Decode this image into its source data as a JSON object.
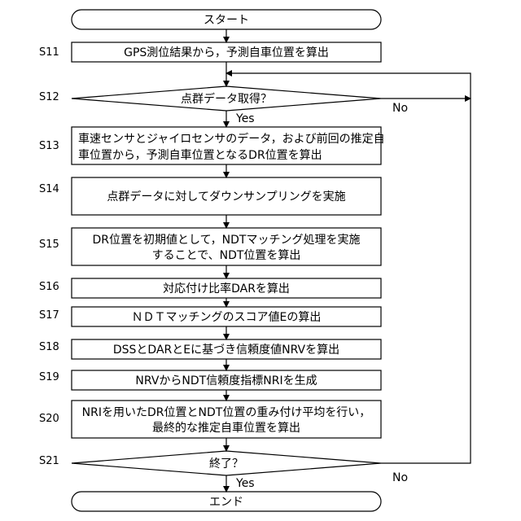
{
  "start": "スタート",
  "end": "エンド",
  "steps": [
    {
      "id": "S11",
      "lines": [
        "GPS測位結果から，予測自車位置を算出"
      ]
    },
    {
      "id": "S12",
      "lines": [
        "点群データ取得？"
      ],
      "yes": "Yes",
      "no": "No"
    },
    {
      "id": "S13",
      "lines": [
        "車速センサとジャイロセンサのデータ，および前回の推定自",
        "車位置から，予測自車位置となるDR位置を算出"
      ]
    },
    {
      "id": "S14",
      "lines": [
        "点群データに対してダウンサンプリングを実施"
      ]
    },
    {
      "id": "S15",
      "lines": [
        "DR位置を初期値として，NDTマッチング処理を実施",
        "することで、NDT位置を算出"
      ]
    },
    {
      "id": "S16",
      "lines": [
        "対応付け比率DARを算出"
      ]
    },
    {
      "id": "S17",
      "lines": [
        "ＮＤＴマッチングのスコア値Eの算出"
      ]
    },
    {
      "id": "S18",
      "lines": [
        "DSSとDARとEに基づき信頼度値NRVを算出"
      ]
    },
    {
      "id": "S19",
      "lines": [
        "NRVからNDT信頼度指標NRIを生成"
      ]
    },
    {
      "id": "S20",
      "lines": [
        "NRIを用いたDR位置とNDT位置の重み付け平均を行い，",
        "最終的な推定自車位置を算出"
      ]
    },
    {
      "id": "S21",
      "lines": [
        "終了？"
      ],
      "yes": "Yes",
      "no": "No"
    }
  ]
}
